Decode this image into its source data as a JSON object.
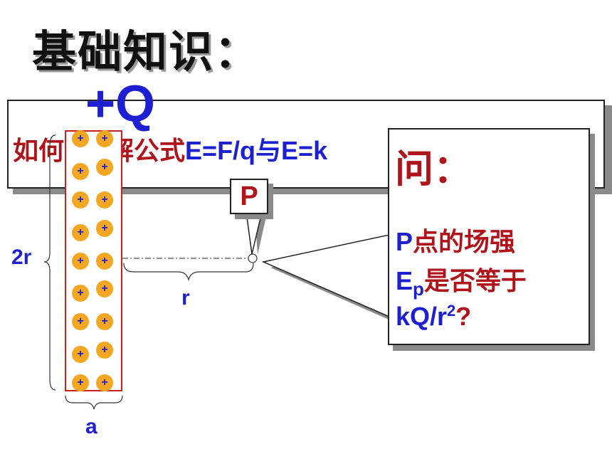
{
  "title": "基础知识：",
  "question": {
    "prefix": "如何",
    "middle": "解公式",
    "formula": "E=F/q与E=k"
  },
  "charge_label": "+Q",
  "particle_sign": "+",
  "particle_count": 18,
  "point_label": "P",
  "labels": {
    "height": "2r",
    "distance": "r",
    "width": "a"
  },
  "callout": {
    "heading": "问：",
    "line1_blue": "P",
    "line1_red": "点的场强",
    "line2_blue": "E",
    "line2_sub": "p",
    "line2_red": "是否等于",
    "line3_blue": "kQ/r",
    "line3_sup": "2",
    "line3_end": "?"
  },
  "colors": {
    "accent_red": "#b0141b",
    "accent_blue": "#1d1fd2",
    "particle": "#f5a623",
    "rod_border": "#cc1f1f"
  }
}
